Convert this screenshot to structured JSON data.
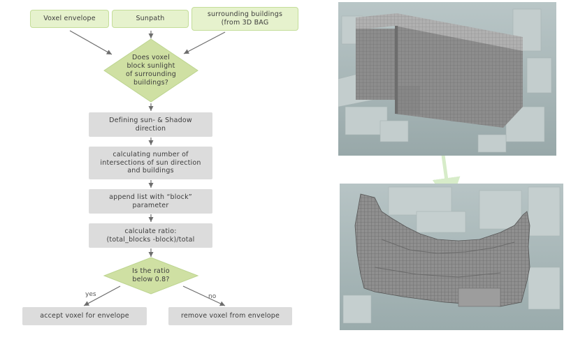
{
  "flowchart": {
    "inputs": {
      "voxel_envelope": "Voxel envelope",
      "sunpath": "Sunpath",
      "surrounding_buildings": "surrounding buildings\n(from 3D BAG"
    },
    "decision_block": "Does voxel\nblock sunlight\nof  surrounding\nbuildings?",
    "steps": {
      "sun_direction": "Defining sun- & Shadow\ndirection",
      "intersections": "calculating number of\nintersections of sun direction\nand buildings",
      "append_list": "append list with “block”\nparameter",
      "ratio": "calculate ratio:\n(total_blocks -block)/total"
    },
    "decision_ratio": "Is the ratio\nbelow 0.8?",
    "branch_yes": "yes",
    "branch_no": "no",
    "outcome_accept": "accept voxel for envelope",
    "outcome_remove": "remove voxel from envelope"
  },
  "colors": {
    "input_fill": "#e6f2cd",
    "decision_fill": "#cfe0a3",
    "step_fill": "#dcdcdc",
    "arrow": "#6d6d6d",
    "transition_arrow": "#d7ecc9",
    "scene_sky": "#aebdbe",
    "voxel": "#8a8a8a"
  },
  "images": {
    "top": "voxel-envelope-render-icon",
    "bottom": "voxel-envelope-after-render-icon"
  }
}
